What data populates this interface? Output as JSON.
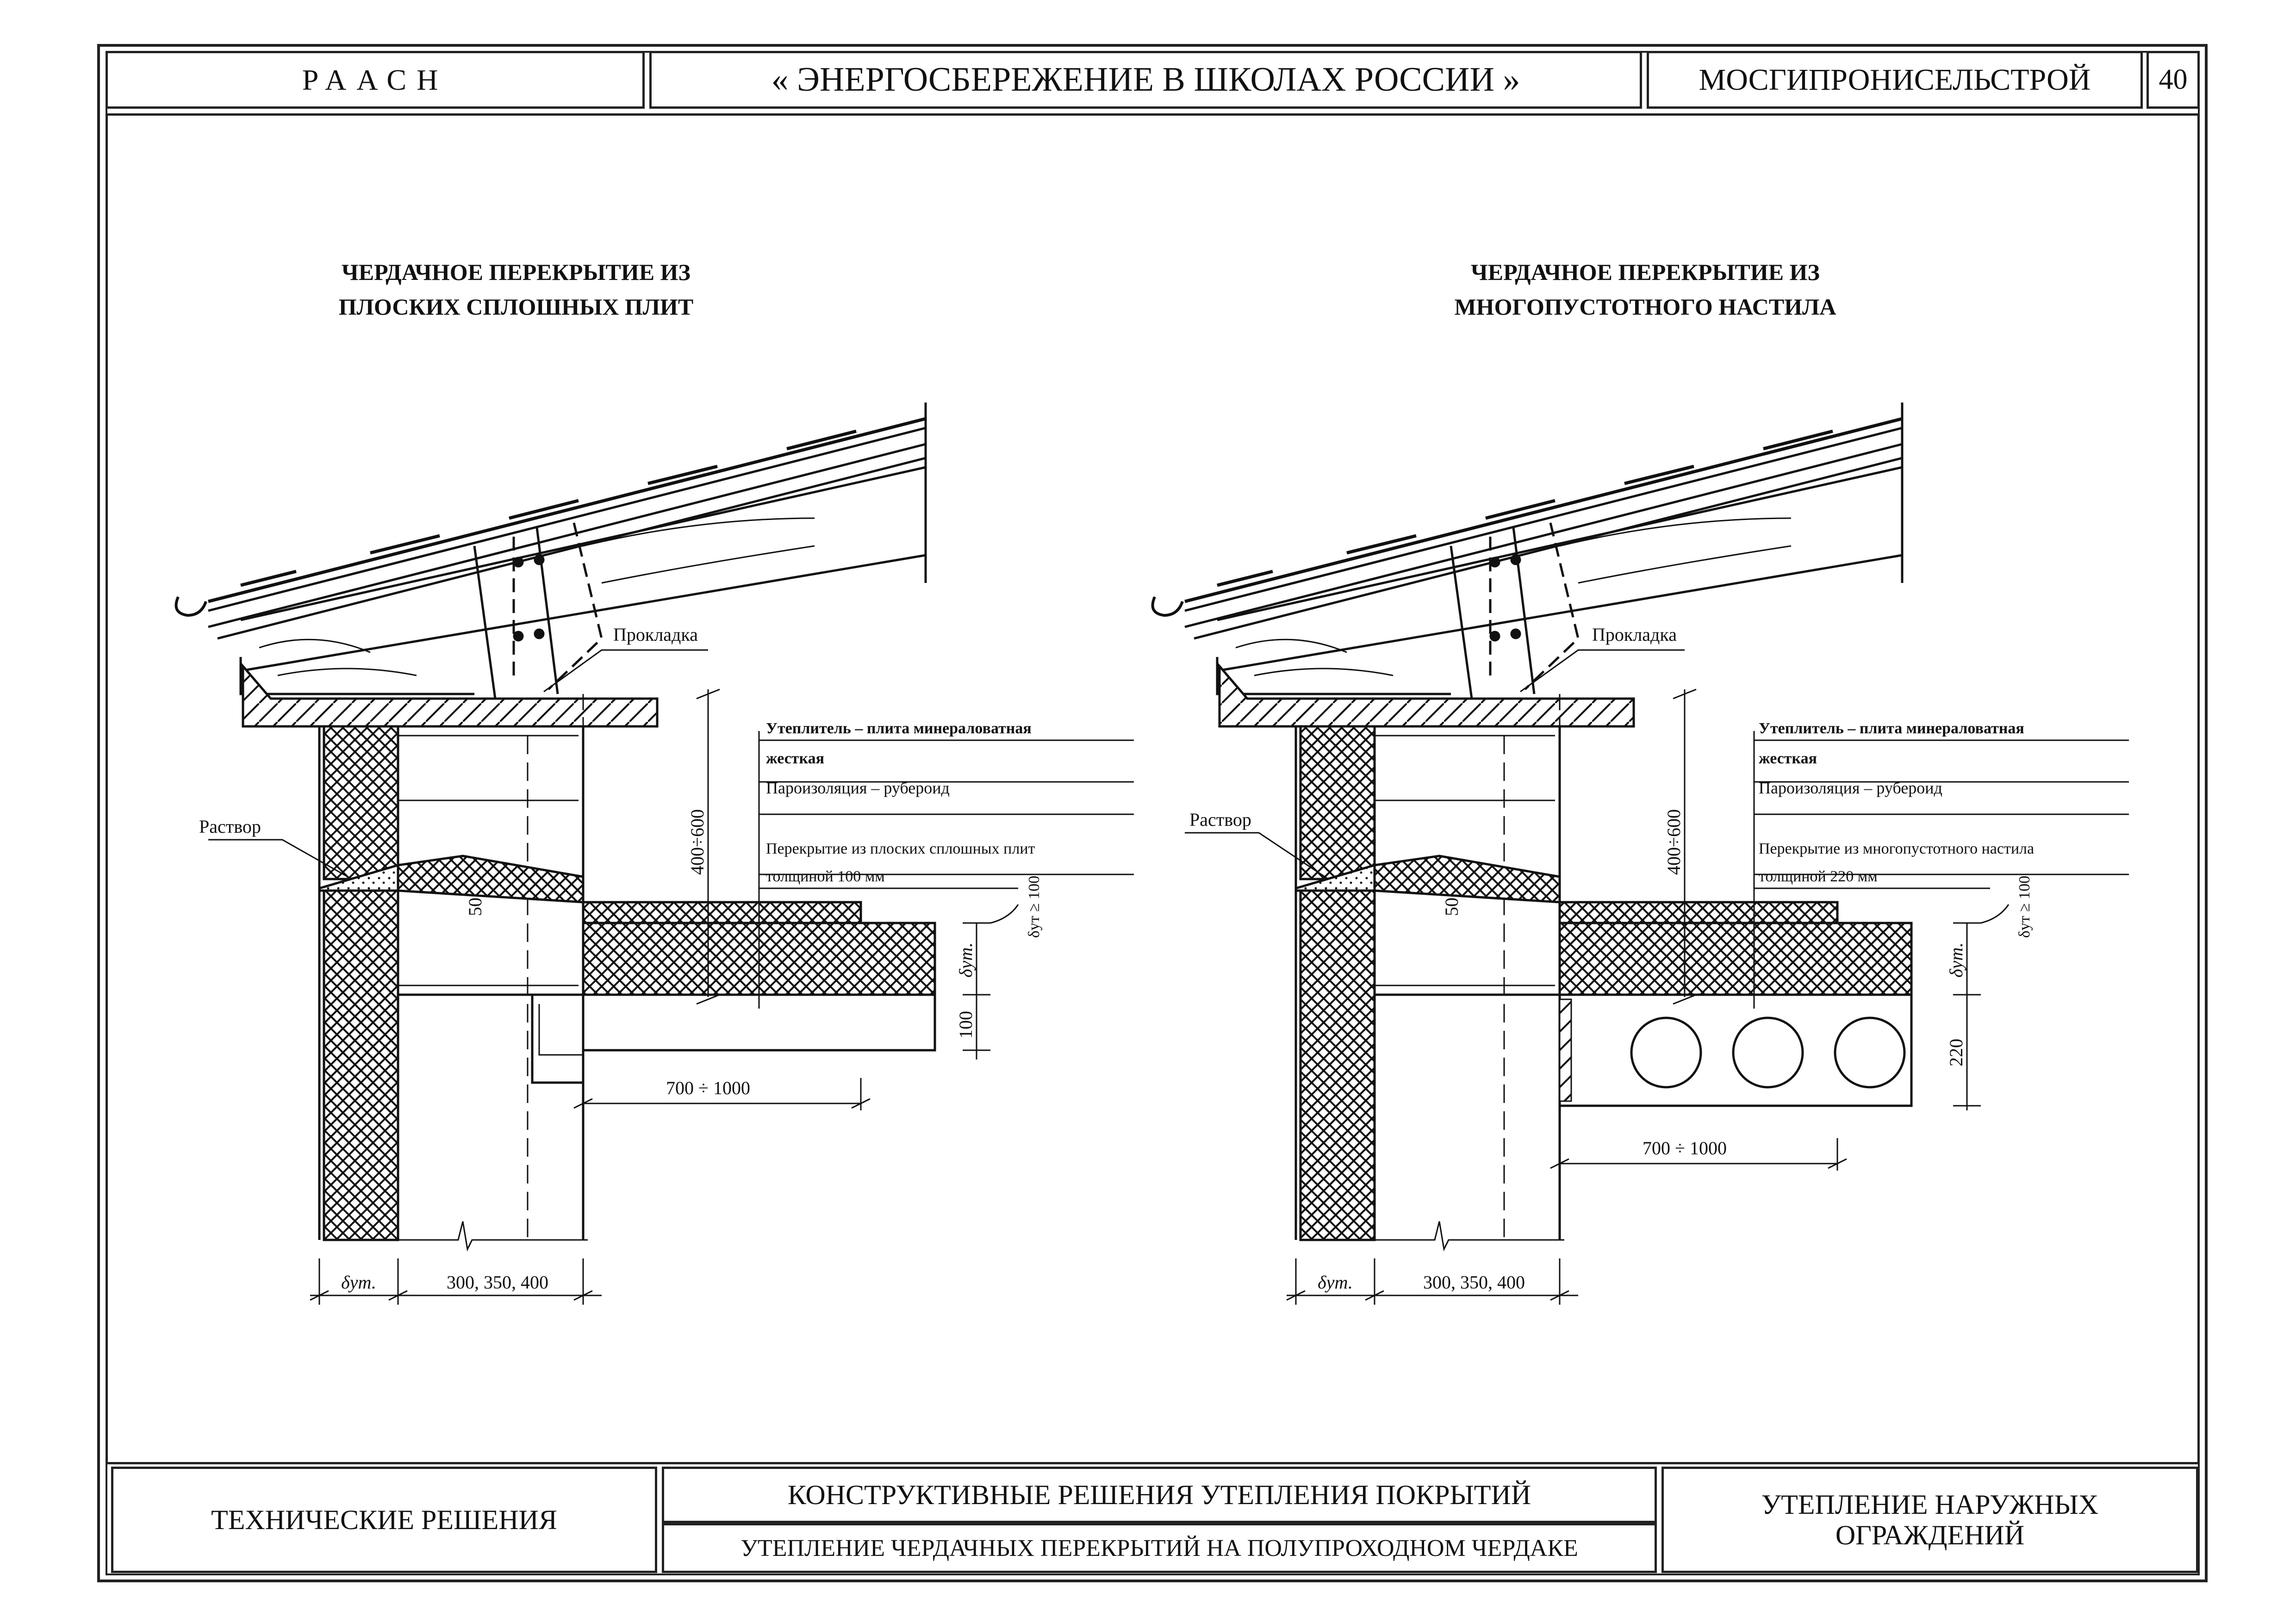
{
  "header": {
    "org": "РААСН",
    "title": "« ЭНЕРГОСБЕРЕЖЕНИЕ В ШКОЛАХ РОССИИ »",
    "company": "МОСГИПРОНИСЕЛЬСТРОЙ",
    "page": "40"
  },
  "footer": {
    "left": "ТЕХНИЧЕСКИЕ РЕШЕНИЯ",
    "center_top": "КОНСТРУКТИВНЫЕ РЕШЕНИЯ УТЕПЛЕНИЯ ПОКРЫТИЙ",
    "center_bottom": "УТЕПЛЕНИЕ ЧЕРДАЧНЫХ ПЕРЕКРЫТИЙ НА ПОЛУПРОХОДНОМ ЧЕРДАКЕ",
    "right_line1": "УТЕПЛЕНИЕ НАРУЖНЫХ",
    "right_line2": "ОГРАЖДЕНИЙ"
  },
  "left_detail": {
    "title_line1": "ЧЕРДАЧНОЕ ПЕРЕКРЫТИЕ ИЗ",
    "title_line2": "ПЛОСКИХ СПЛОШНЫХ ПЛИТ",
    "gasket": "Прокладка",
    "mortar": "Раствор",
    "insulation_line1": "Утеплитель – плита минераловатная",
    "insulation_line2": "жесткая",
    "vapor": "Пароизоляция –  рубероид",
    "slab_line1": "Перекрытие из плоских сплошных плит",
    "slab_line2": "толщиной 100 мм",
    "dim_height": "400÷600",
    "dim_50": "50",
    "dim_delta_min": "δут ≥ 100",
    "dim_delta": "δут.",
    "dim_slab": "100",
    "dim_span": "700 ÷ 1000",
    "dim_wall_delta": "δут.",
    "dim_wall": "300, 350, 400"
  },
  "right_detail": {
    "title_line1": "ЧЕРДАЧНОЕ ПЕРЕКРЫТИЕ ИЗ",
    "title_line2": "МНОГОПУСТОТНОГО НАСТИЛА",
    "gasket": "Прокладка",
    "mortar": "Раствор",
    "insulation_line1": "Утеплитель – плита минераловатная",
    "insulation_line2": "жесткая",
    "vapor": "Пароизоляция – рубероид",
    "slab_line1": "Перекрытие из многопустотного настила",
    "slab_line2": "толщиной 220 мм",
    "dim_height": "400÷600",
    "dim_50": "50",
    "dim_delta_min": "δут ≥ 100",
    "dim_delta": "δут.",
    "dim_slab": "220",
    "dim_span": "700 ÷ 1000",
    "dim_wall_delta": "δут.",
    "dim_wall": "300, 350, 400"
  }
}
